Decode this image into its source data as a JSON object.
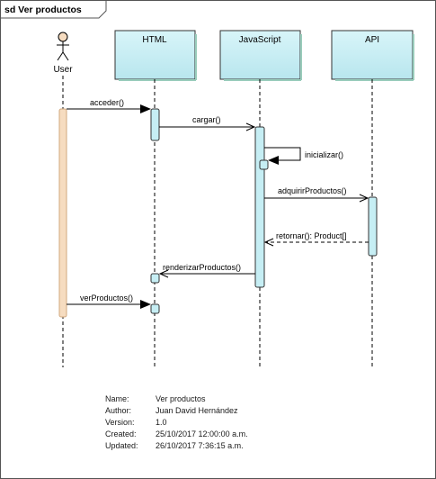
{
  "diagram": {
    "title": "sd Ver productos",
    "lifelines": [
      {
        "label": "User",
        "kind": "actor"
      },
      {
        "label": "HTML",
        "kind": "box"
      },
      {
        "label": "JavaScript",
        "kind": "box"
      },
      {
        "label": "API",
        "kind": "box"
      }
    ],
    "messages": [
      {
        "label": "acceder()",
        "from": "User",
        "to": "HTML",
        "style": "sync"
      },
      {
        "label": "cargar()",
        "from": "HTML",
        "to": "JavaScript",
        "style": "sync"
      },
      {
        "label": "inicializar()",
        "from": "JavaScript",
        "to": "JavaScript",
        "style": "self"
      },
      {
        "label": "adquirirProductos()",
        "from": "JavaScript",
        "to": "API",
        "style": "sync"
      },
      {
        "label": "retornar(): Product[]",
        "from": "API",
        "to": "JavaScript",
        "style": "return"
      },
      {
        "label": "renderizarProductos()",
        "from": "JavaScript",
        "to": "HTML",
        "style": "sync"
      },
      {
        "label": "verProductos()",
        "from": "User",
        "to": "HTML",
        "style": "sync"
      }
    ],
    "colors": {
      "lifeline_box_fill": "#c6eef4",
      "activation_fill": "#c6eef4",
      "actor_activation_fill": "#f6dcc0",
      "line": "#000000"
    }
  },
  "notes": [
    {
      "label": "Name:",
      "value": "Ver productos"
    },
    {
      "label": "Author:",
      "value": "Juan David Hernández"
    },
    {
      "label": "Version:",
      "value": "1.0"
    },
    {
      "label": "Created:",
      "value": "25/10/2017 12:00:00 a.m."
    },
    {
      "label": "Updated:",
      "value": "26/10/2017 7:36:15 a.m."
    }
  ]
}
